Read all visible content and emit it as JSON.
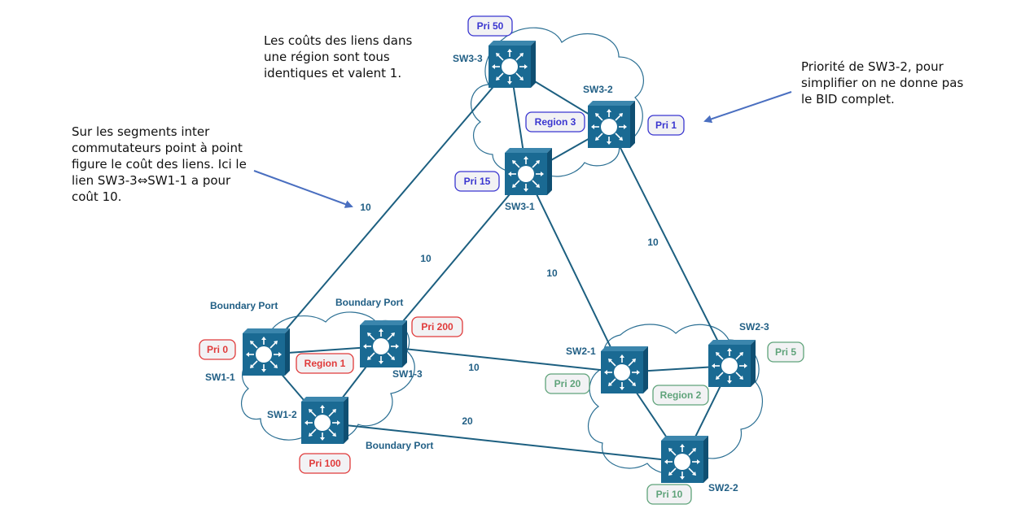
{
  "annotations": {
    "region_cost_note": "Les coûts des liens dans\nune région sont tous\nidentiques et valent 1.",
    "inter_switch_note": "Sur les segments inter\ncommutateurs point à point\nfigure le coût des liens. Ici le\nlien SW3-3⇔SW1-1 a pour\ncoût 10.",
    "priority_note": "Priorité de SW3-2, pour\nsimplifier on ne donne pas\nle BID complet."
  },
  "colors": {
    "switch_fill": "#1a6a93",
    "switch_side": "#0f4f72",
    "line": "#1c5f80",
    "label_text": "#215f85",
    "region1": "#e03a3a",
    "region2": "#5fa37a",
    "region3": "#3a36d0",
    "arrow": "#4a6fc0"
  },
  "regions": [
    {
      "id": "r1",
      "label": "Region 1",
      "color_key": "region1"
    },
    {
      "id": "r2",
      "label": "Region 2",
      "color_key": "region2"
    },
    {
      "id": "r3",
      "label": "Region 3",
      "color_key": "region3"
    }
  ],
  "switches": [
    {
      "id": "SW1-1",
      "name": "SW1-1",
      "priority": "Pri 0",
      "region": "r1"
    },
    {
      "id": "SW1-2",
      "name": "SW1-2",
      "priority": "Pri 100",
      "region": "r1"
    },
    {
      "id": "SW1-3",
      "name": "SW1-3",
      "priority": "Pri 200",
      "region": "r1"
    },
    {
      "id": "SW2-1",
      "name": "SW2-1",
      "priority": "Pri 20",
      "region": "r2"
    },
    {
      "id": "SW2-2",
      "name": "SW2-2",
      "priority": "Pri 10",
      "region": "r2"
    },
    {
      "id": "SW2-3",
      "name": "SW2-3",
      "priority": "Pri 5",
      "region": "r2"
    },
    {
      "id": "SW3-1",
      "name": "SW3-1",
      "priority": "Pri 15",
      "region": "r3"
    },
    {
      "id": "SW3-2",
      "name": "SW3-2",
      "priority": "Pri 1",
      "region": "r3"
    },
    {
      "id": "SW3-3",
      "name": "SW3-3",
      "priority": "Pri 50",
      "region": "r3"
    }
  ],
  "links": [
    {
      "a": "SW3-3",
      "b": "SW3-2",
      "cost": ""
    },
    {
      "a": "SW3-3",
      "b": "SW3-1",
      "cost": ""
    },
    {
      "a": "SW3-1",
      "b": "SW3-2",
      "cost": ""
    },
    {
      "a": "SW1-1",
      "b": "SW1-3",
      "cost": ""
    },
    {
      "a": "SW1-1",
      "b": "SW1-2",
      "cost": ""
    },
    {
      "a": "SW1-2",
      "b": "SW1-3",
      "cost": ""
    },
    {
      "a": "SW2-1",
      "b": "SW2-3",
      "cost": ""
    },
    {
      "a": "SW2-1",
      "b": "SW2-2",
      "cost": ""
    },
    {
      "a": "SW2-2",
      "b": "SW2-3",
      "cost": ""
    },
    {
      "a": "SW3-3",
      "b": "SW1-1",
      "cost": "10"
    },
    {
      "a": "SW3-1",
      "b": "SW1-3",
      "cost": "10"
    },
    {
      "a": "SW3-1",
      "b": "SW2-1",
      "cost": "10"
    },
    {
      "a": "SW3-2",
      "b": "SW2-3",
      "cost": "10"
    },
    {
      "a": "SW1-3",
      "b": "SW2-1",
      "cost": "10"
    },
    {
      "a": "SW1-2",
      "b": "SW2-2",
      "cost": "20"
    }
  ],
  "boundary_port_label": "Boundary Port",
  "boundary_ports": [
    {
      "switch": "SW1-1"
    },
    {
      "switch": "SW1-3"
    },
    {
      "switch": "SW1-2"
    }
  ]
}
